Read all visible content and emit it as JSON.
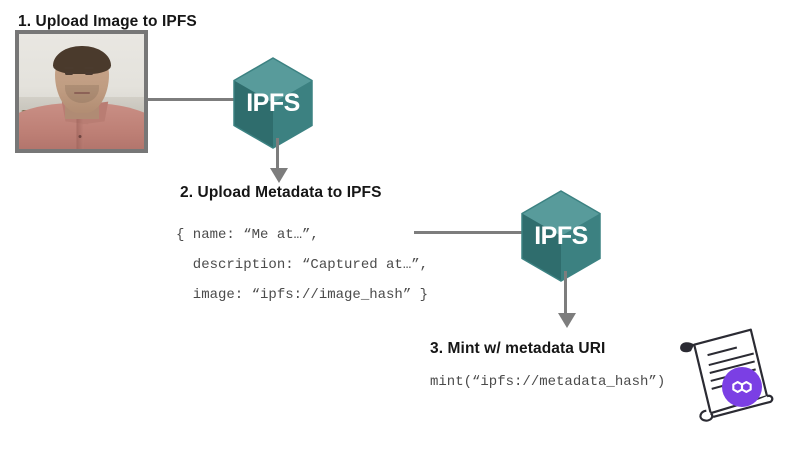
{
  "diagram": {
    "title_sequence": [
      "1. Upload Image to IPFS",
      "2. Upload Metadata to IPFS",
      "3. Mint w/ metadata URI"
    ],
    "background_color": "#ffffff"
  },
  "steps": {
    "one": {
      "heading": "1. Upload Image to IPFS",
      "image_alt": "Portrait photo of a man in a pink collared shirt",
      "target_label": "IPFS"
    },
    "two": {
      "heading": "2. Upload Metadata to IPFS",
      "code_lines": [
        "{ name: “Me at…”,",
        "  description: “Captured at…”,",
        "  image: “ipfs://image_hash” }"
      ],
      "target_label": "IPFS"
    },
    "three": {
      "heading": "3. Mint w/ metadata URI",
      "code_lines": [
        "mint(“ipfs://metadata_hash”)"
      ],
      "doc_icon_name": "smart-contract-scroll",
      "badge_name": "polygon-logo"
    }
  },
  "colors": {
    "ipfs_teal": "#4a9090",
    "ipfs_teal_dark": "#3a7a7a",
    "ipfs_teal_darker": "#2f6767",
    "connector_gray": "#7d7d7d",
    "heading_text": "#161616",
    "code_text": "#4b4b4b",
    "photo_border": "#777777",
    "polygon_purple": "#7b3fe4"
  }
}
